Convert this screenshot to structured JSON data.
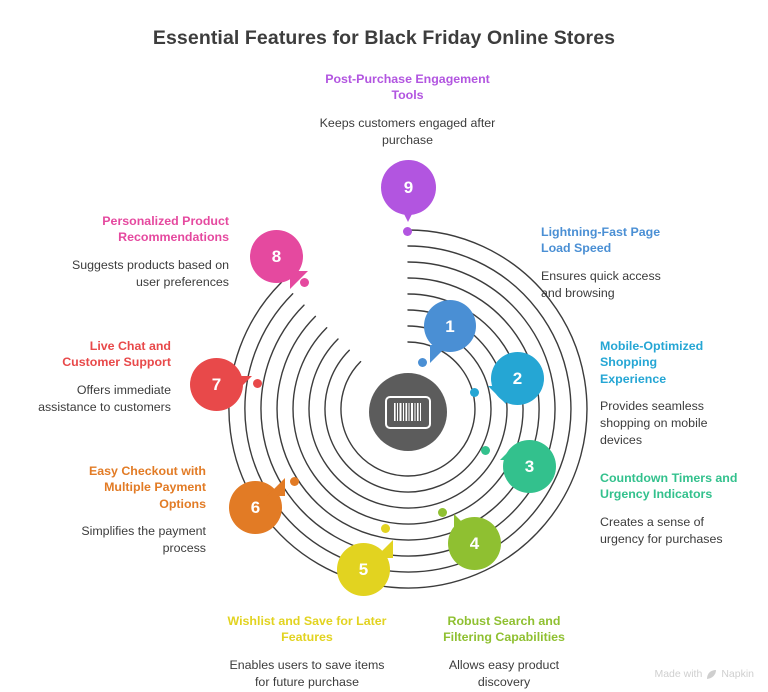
{
  "page": {
    "title": "Essential Features for Black Friday Online Stores",
    "background": "#ffffff",
    "hub_icon": "barcode-icon",
    "hub_color": "#5c5c5c"
  },
  "watermark": {
    "text_before": "Made with",
    "brand": "Napkin",
    "icon": "napkin-leaf-icon"
  },
  "chart_data": {
    "type": "diagram",
    "diagram_style": "radial-spiral-callouts",
    "title": "Essential Features for Black Friday Online Stores",
    "center_icon": "barcode",
    "item_count": 9,
    "items": [
      {
        "number": "1",
        "title": "Lightning-Fast Page Load Speed",
        "description": "Ensures quick access and browsing",
        "color": "#4a8fd4",
        "side": "right"
      },
      {
        "number": "2",
        "title": "Mobile-Optimized Shopping Experience",
        "description": "Provides seamless shopping on mobile devices",
        "color": "#25a6d4",
        "side": "right"
      },
      {
        "number": "3",
        "title": "Countdown Timers and Urgency Indicators",
        "description": "Creates a sense of urgency for purchases",
        "color": "#33c18d",
        "side": "right"
      },
      {
        "number": "4",
        "title": "Robust Search and Filtering Capabilities",
        "description": "Allows easy product discovery",
        "color": "#8fc031",
        "side": "bottom"
      },
      {
        "number": "5",
        "title": "Wishlist and Save for Later Features",
        "description": "Enables users to save items for future purchase",
        "color": "#e2d320",
        "side": "bottom"
      },
      {
        "number": "6",
        "title": "Easy Checkout with Multiple Payment Options",
        "description": "Simplifies the payment process",
        "color": "#e27b25",
        "side": "left"
      },
      {
        "number": "7",
        "title": "Live Chat and Customer Support",
        "description": "Offers immediate assistance to customers",
        "color": "#e8494a",
        "side": "left"
      },
      {
        "number": "8",
        "title": "Personalized Product Recommendations",
        "description": "Suggests products based on user preferences",
        "color": "#e5499f",
        "side": "left"
      },
      {
        "number": "9",
        "title": "Post-Purchase Engagement Tools",
        "description": "Keeps customers engaged after purchase",
        "color": "#b255e0",
        "side": "top"
      }
    ]
  }
}
